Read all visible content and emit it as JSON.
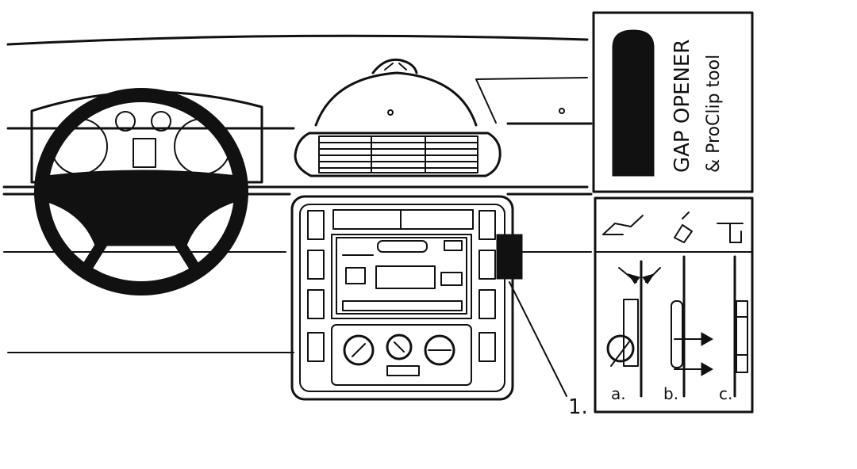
{
  "callout": {
    "number": "1."
  },
  "gap_opener": {
    "title": "GAP OPENER",
    "subtitle": "& ProClip tool"
  },
  "steps": {
    "a": "a.",
    "b": "b.",
    "c": "c."
  }
}
